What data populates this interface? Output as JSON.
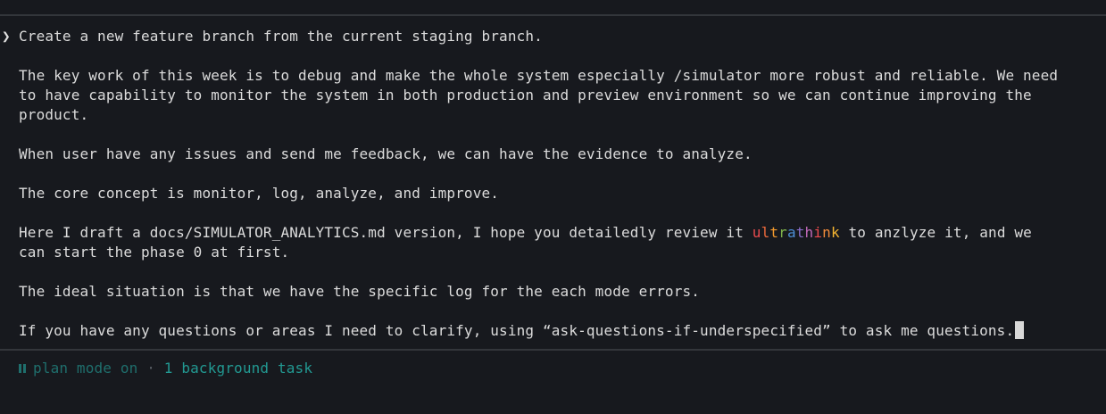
{
  "prompt": {
    "chevron_icon": "chevron-right-icon",
    "lines": [
      "Create a new feature branch from the current staging branch.",
      "The key work of this week is to debug and make the whole system especially /simulator more robust and reliable. We need",
      "to have capability to monitor the system in both production and preview environment so we can continue improving the",
      "product.",
      "When user have any issues and send me feedback, we can have the evidence to analyze.",
      "The core concept is monitor, log, analyze, and improve.",
      "Here I draft a docs/SIMULATOR_ANALYTICS.md version, I hope you detailedly review it ",
      "ultrathink",
      " to anzlyze it, and we",
      "can start the phase 0 at first.",
      "The ideal situation is that we have the specific log for the each mode errors.",
      "If you have any questions or areas I need to clarify, using “ask-questions-if-underspecified” to ask me questions."
    ],
    "rainbow_colors": [
      "#eb4b4f",
      "#ef6a3c",
      "#f39a2d",
      "#7fb24a",
      "#4d8fd6",
      "#8a6cc8",
      "#c169b8",
      "#eb4b4f",
      "#f08a3a",
      "#f5b531"
    ]
  },
  "status": {
    "mode_icon": "pause-icon",
    "mode": "plan mode on",
    "separator": "·",
    "tasks": "1 background task"
  }
}
